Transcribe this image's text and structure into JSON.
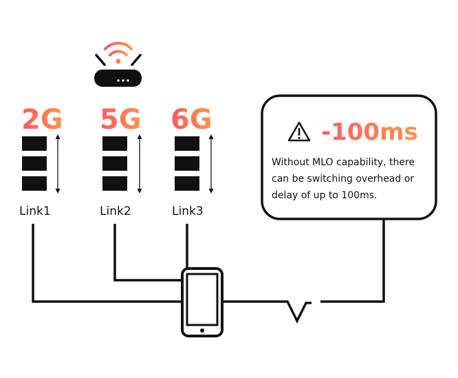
{
  "colors": {
    "accent_gradient_start": "#ff5a5f",
    "accent_gradient_end": "#ff9550",
    "ink": "#111111"
  },
  "icons": {
    "router": "router-icon",
    "wifi": "wifi-icon",
    "warning": "warning-triangle-icon",
    "phone": "smartphone-icon",
    "interference": "zigzag-break-icon"
  },
  "links": [
    {
      "band": "2G",
      "label": "Link1"
    },
    {
      "band": "5G",
      "label": "Link2"
    },
    {
      "band": "6G",
      "label": "Link3"
    }
  ],
  "callout": {
    "latency": "-100ms",
    "text_lines": [
      "Without MLO capability, there",
      "can be switching overhead or",
      "delay of up to 100ms."
    ]
  }
}
